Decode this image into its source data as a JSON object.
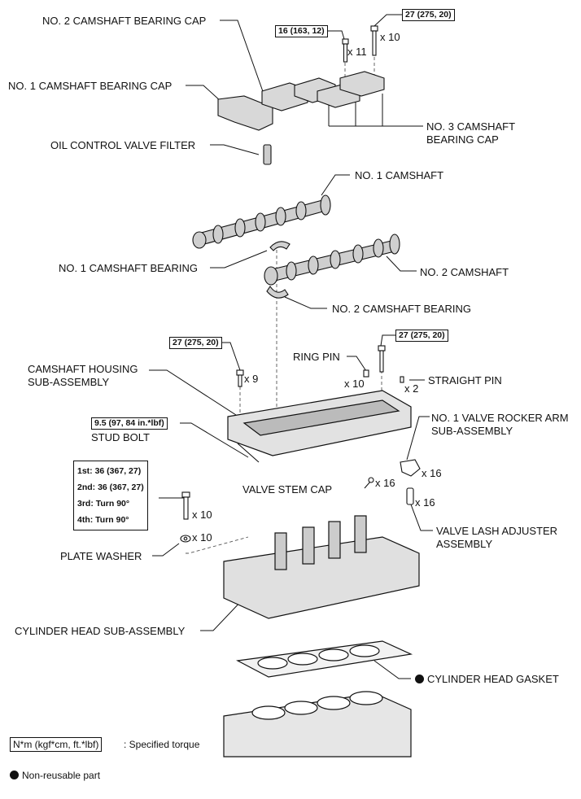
{
  "labels": {
    "no2_cap": "NO. 2 CAMSHAFT BEARING CAP",
    "no1_cap": "NO. 1 CAMSHAFT BEARING CAP",
    "no3_cap_1": "NO. 3 CAMSHAFT",
    "no3_cap_2": "BEARING CAP",
    "ocv_filter": "OIL CONTROL VALVE FILTER",
    "no1_camshaft": "NO. 1 CAMSHAFT",
    "no1_cam_bearing": "NO. 1 CAMSHAFT BEARING",
    "no2_camshaft": "NO. 2 CAMSHAFT",
    "no2_cam_bearing": "NO. 2 CAMSHAFT BEARING",
    "ring_pin": "RING PIN",
    "housing_1": "CAMSHAFT HOUSING",
    "housing_2": "SUB-ASSEMBLY",
    "straight_pin": "STRAIGHT PIN",
    "rocker_1": "NO. 1 VALVE ROCKER ARM",
    "rocker_2": "SUB-ASSEMBLY",
    "stud_bolt": "STUD BOLT",
    "valve_stem_cap": "VALVE STEM CAP",
    "lash_1": "VALVE LASH ADJUSTER",
    "lash_2": "ASSEMBLY",
    "plate_washer": "PLATE WASHER",
    "cyl_head": "CYLINDER HEAD SUB-ASSEMBLY",
    "gasket": "CYLINDER HEAD GASKET"
  },
  "quantities": {
    "q_cap_bolt_16": "x 11",
    "q_cap_bolt_27": "x 10",
    "q_housing_bolt_left": "x 9",
    "q_ring_pin": "x 10",
    "q_straight_pin": "x 2",
    "q_rocker": "x 16",
    "q_stem_cap": "x 16",
    "q_lash": "x 16",
    "q_head_bolt": "x 10",
    "q_washer": "x 10"
  },
  "torques": {
    "cap_bolt_a": "16 (163, 12)",
    "cap_bolt_b": "27 (275, 20)",
    "housing_left": "27 (275, 20)",
    "housing_right": "27 (275, 20)",
    "stud": "9.5 (97, 84 in.*lbf)",
    "head_steps": [
      "1st: 36 (367, 27)",
      "2nd: 36 (367, 27)",
      "3rd: Turn 90°",
      "4th: Turn 90°"
    ]
  },
  "legend": {
    "torque_unit": "N*m (kgf*cm, ft.*lbf)",
    "torque_text": ": Specified torque",
    "non_reusable": "Non-reusable part"
  }
}
